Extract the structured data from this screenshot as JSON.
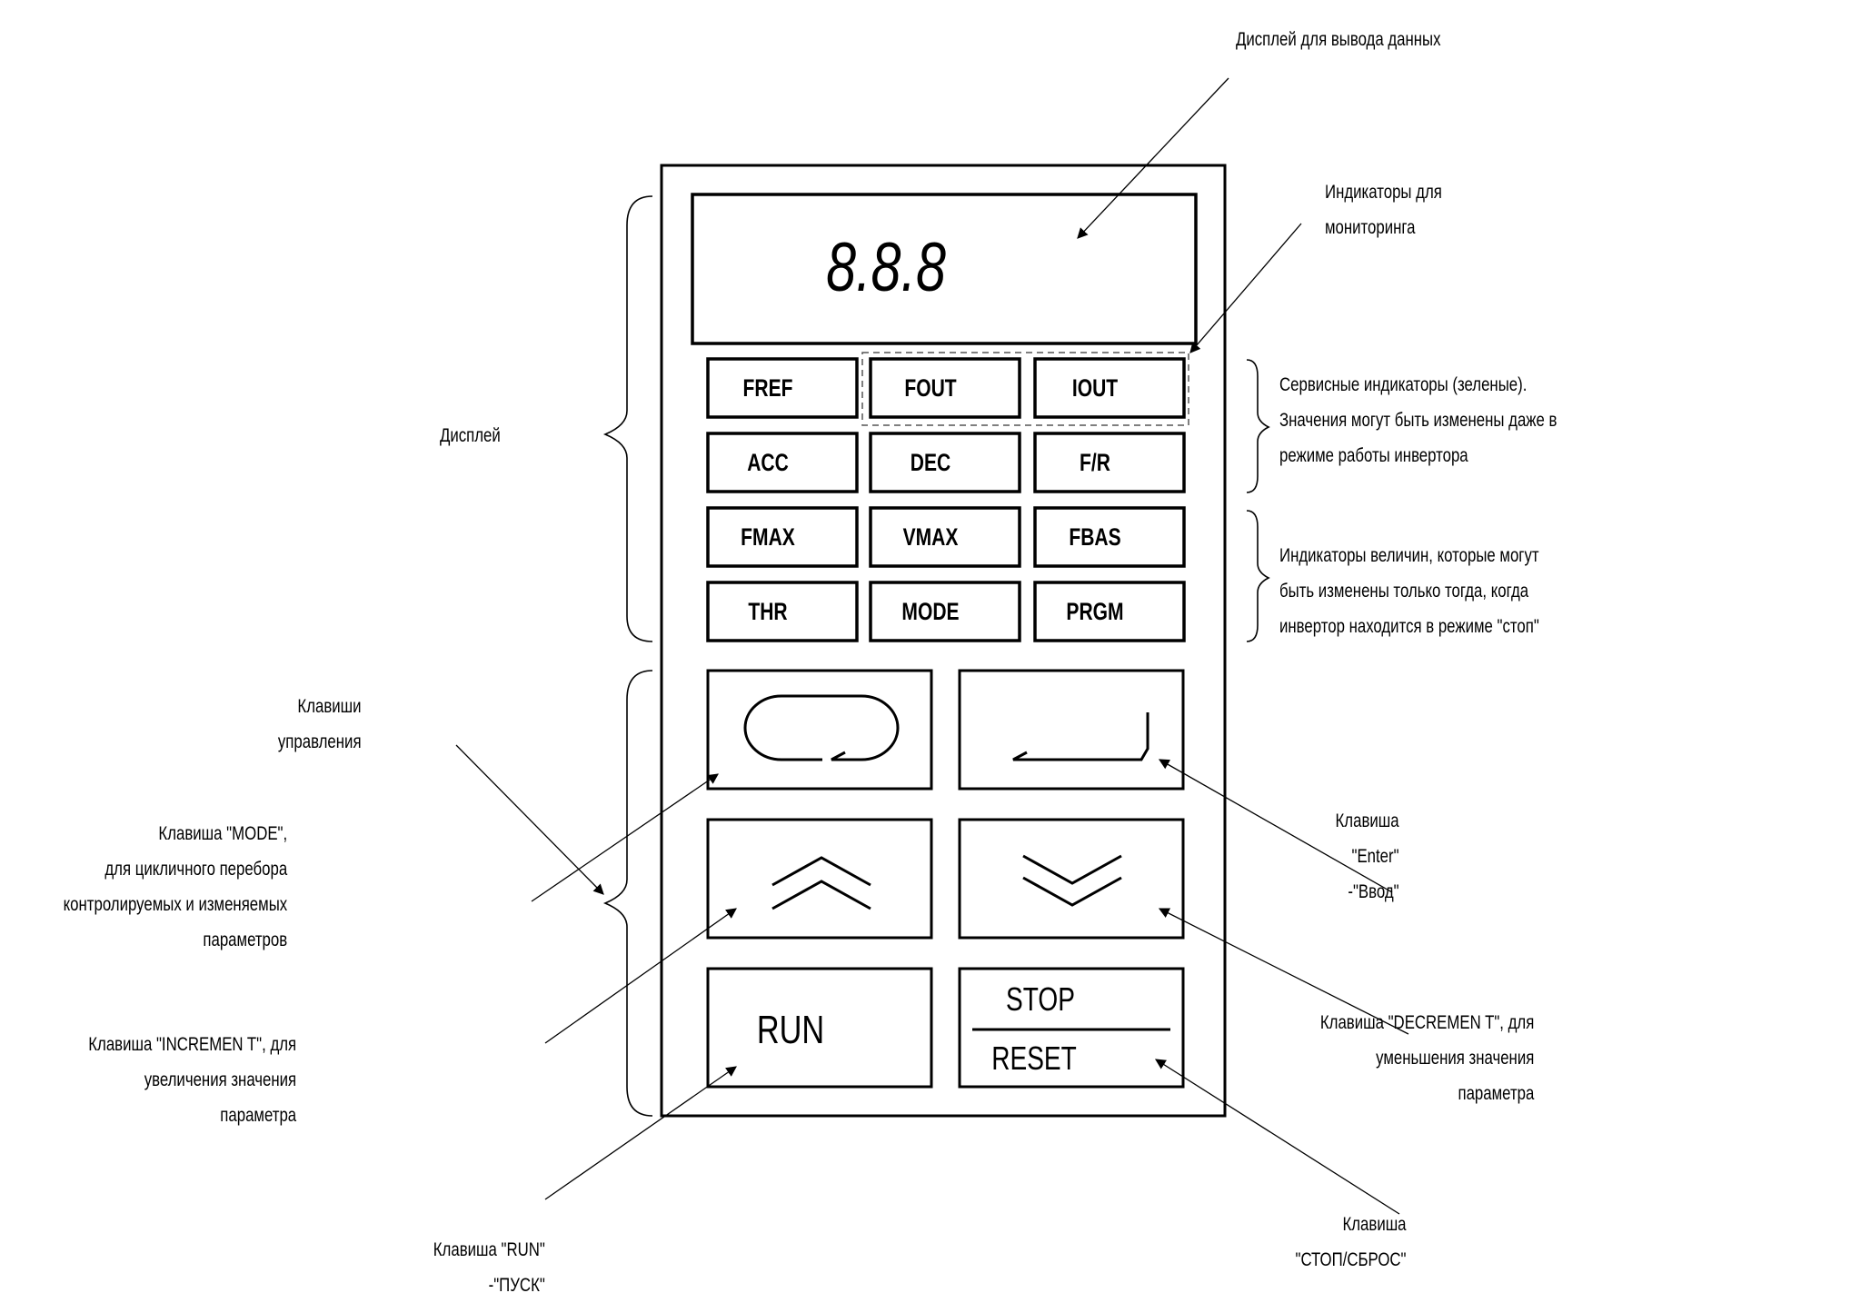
{
  "display": {
    "readout": "8.8.8"
  },
  "indicators": [
    {
      "label": "FREF"
    },
    {
      "label": "FOUT"
    },
    {
      "label": "IOUT"
    },
    {
      "label": "ACC"
    },
    {
      "label": "DEC"
    },
    {
      "label": "F/R"
    },
    {
      "label": "FMAX"
    },
    {
      "label": "VMAX"
    },
    {
      "label": "FBAS"
    },
    {
      "label": "THR"
    },
    {
      "label": "MODE"
    },
    {
      "label": "PRGM"
    }
  ],
  "keys": {
    "run_label": "RUN",
    "stop_label": "STOP",
    "reset_label": "RESET"
  },
  "annotations": {
    "display_output": "Дисплей для вывода данных",
    "monitor_indicators": [
      "Индикаторы для",
      "мониторинга"
    ],
    "display": "Дисплей",
    "service_indicators": [
      "Сервисные индикаторы (зеленые).",
      "Значения могут быть изменены даже в",
      "режиме работы инвертора"
    ],
    "stop_indicators": [
      "Индикаторы величин, которые могут",
      "быть изменены только тогда, когда",
      "инвертор находится в режиме \"стоп\""
    ],
    "control_keys": [
      "Клавиши",
      "управления"
    ],
    "mode_key": [
      "Клавиша \"MODE\",",
      "для цикличного перебора",
      "контролируемых и изменяемых",
      "параметров"
    ],
    "increment_key": [
      "Клавиша \"INCREMEN T\", для",
      "увеличения значения",
      "параметра"
    ],
    "run_key": [
      "Клавиша \"RUN\"",
      "-\"ПУСК\""
    ],
    "enter_key": [
      "Клавиша",
      "\"Enter\"",
      "-\"Ввод\""
    ],
    "decrement_key": [
      "Клавиша \"DECREMEN T\", для",
      "уменьшения значения",
      "параметра"
    ],
    "stop_key": [
      "Клавиша",
      "\"СТОП/СБРОС\""
    ]
  }
}
